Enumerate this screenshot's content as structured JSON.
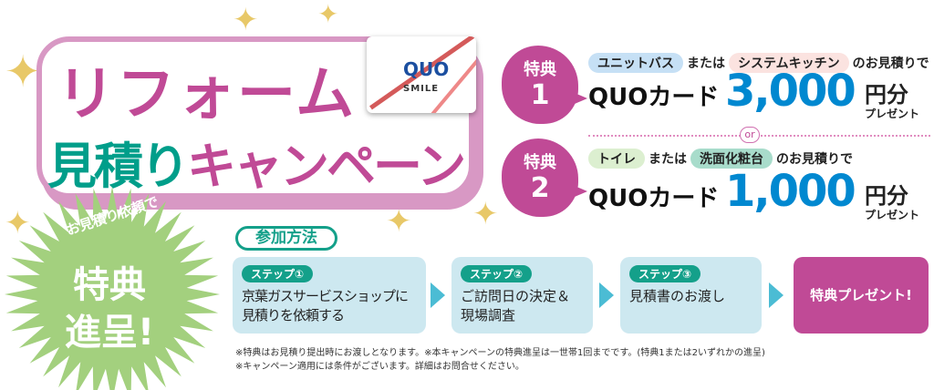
{
  "title": {
    "line1": "リフォーム",
    "line2_green": "見積り",
    "line2_pink": "キャンペーン"
  },
  "card": {
    "brand": "QUO",
    "tagline": "SMILE"
  },
  "burst": {
    "arc": "お見積り依頼で",
    "main1": "特典",
    "main2": "進呈!"
  },
  "benefits": [
    {
      "badge": "特典",
      "number": "1",
      "item_a": "ユニットバス",
      "conj": "または",
      "item_b": "システムキッチン",
      "suffix": "のお見積りで",
      "card": "QUOカード",
      "amount": "3,000",
      "unit": "円分",
      "present": "プレゼント"
    },
    {
      "badge": "特典",
      "number": "2",
      "item_a": "トイレ",
      "conj": "または",
      "item_b": "洗面化粧台",
      "suffix": "のお見積りで",
      "card": "QUOカード",
      "amount": "1,000",
      "unit": "円分",
      "present": "プレゼント"
    }
  ],
  "or_label": "or",
  "howto": {
    "title": "参加方法",
    "steps": [
      {
        "tag": "ステップ①",
        "l1": "京葉ガスサービスショップに",
        "l2": "見積りを依頼する"
      },
      {
        "tag": "ステップ②",
        "l1": "ご訪問日の決定＆",
        "l2": "現場調査"
      },
      {
        "tag": "ステップ③",
        "l1": "見積書のお渡し",
        "l2": ""
      }
    ],
    "final": "特典プレゼント!"
  },
  "notes": [
    "※特典はお見積り提出時にお渡しとなります。※本キャンペーンの特典進呈は一世帯1回までです。(特典1または2いずれかの進呈)",
    "※キャンペーン適用には条件がございます。詳細はお問合せください。"
  ],
  "colors": {
    "magenta": "#c04a96",
    "teal": "#009e8a",
    "blue": "#0088d0",
    "green": "#a3d07e"
  }
}
